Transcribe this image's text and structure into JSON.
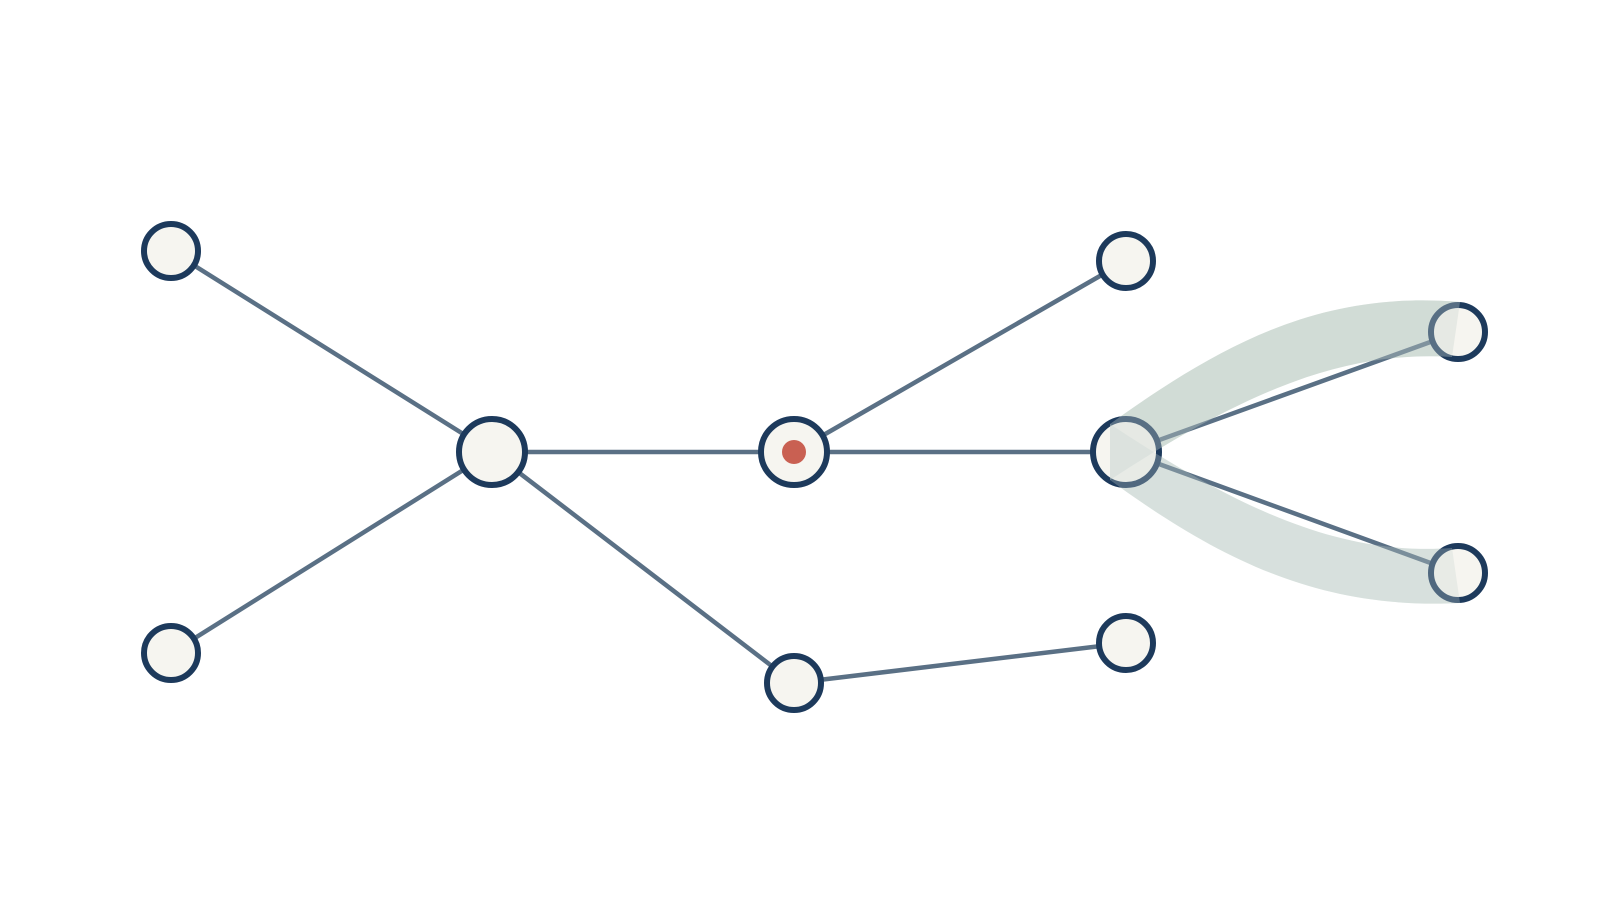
{
  "diagram": {
    "type": "tree-graph",
    "colors": {
      "background": "#ffffff",
      "node_fill": "#f6f5f0",
      "node_stroke": "#1d3a5c",
      "edge_stroke": "#5a7085",
      "highlight_band": "#c8d5cf",
      "marker": "#c96052"
    },
    "nodes": [
      {
        "id": "root",
        "size": "large"
      },
      {
        "id": "leaf-top-left",
        "size": "small"
      },
      {
        "id": "leaf-bottom-left",
        "size": "small"
      },
      {
        "id": "center",
        "size": "large",
        "marker": "red-dot"
      },
      {
        "id": "lower-middle",
        "size": "small"
      },
      {
        "id": "lower-right",
        "size": "small"
      },
      {
        "id": "upper-right",
        "size": "small"
      },
      {
        "id": "right-hub",
        "size": "large",
        "highlighted": true
      },
      {
        "id": "far-right-top",
        "size": "small",
        "highlighted": true
      },
      {
        "id": "far-right-bottom",
        "size": "small",
        "highlighted": true
      }
    ],
    "edges": [
      {
        "from": "root",
        "to": "leaf-top-left"
      },
      {
        "from": "root",
        "to": "leaf-bottom-left"
      },
      {
        "from": "root",
        "to": "center"
      },
      {
        "from": "root",
        "to": "lower-middle"
      },
      {
        "from": "lower-middle",
        "to": "lower-right"
      },
      {
        "from": "center",
        "to": "upper-right"
      },
      {
        "from": "center",
        "to": "right-hub"
      },
      {
        "from": "right-hub",
        "to": "far-right-top",
        "highlighted": true
      },
      {
        "from": "right-hub",
        "to": "far-right-bottom",
        "highlighted": true
      }
    ]
  }
}
